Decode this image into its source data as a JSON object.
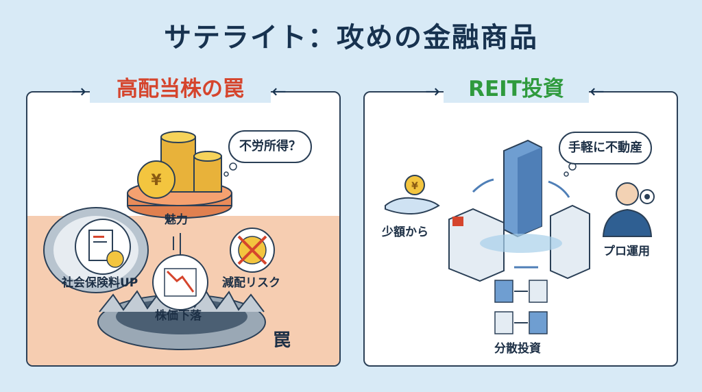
{
  "title": "サテライト：攻めの金融商品",
  "left": {
    "heading": "高配当株の罠",
    "bubble": "不労所得？",
    "base_label": "魅力",
    "items": [
      {
        "label": "社会保険料UP"
      },
      {
        "label": "株価下落"
      },
      {
        "label": "減配リスク"
      }
    ],
    "trap_label": "罠"
  },
  "right": {
    "heading": "REIT投資",
    "bubble": "手軽に不動産",
    "labels": {
      "small": "少額から",
      "pro": "プロ運用",
      "diversified": "分散投資"
    }
  },
  "colors": {
    "left_accent": "#d5452d",
    "right_accent": "#2f9a3d",
    "title": "#17324f",
    "trap_bg": "#f6cdb1"
  }
}
